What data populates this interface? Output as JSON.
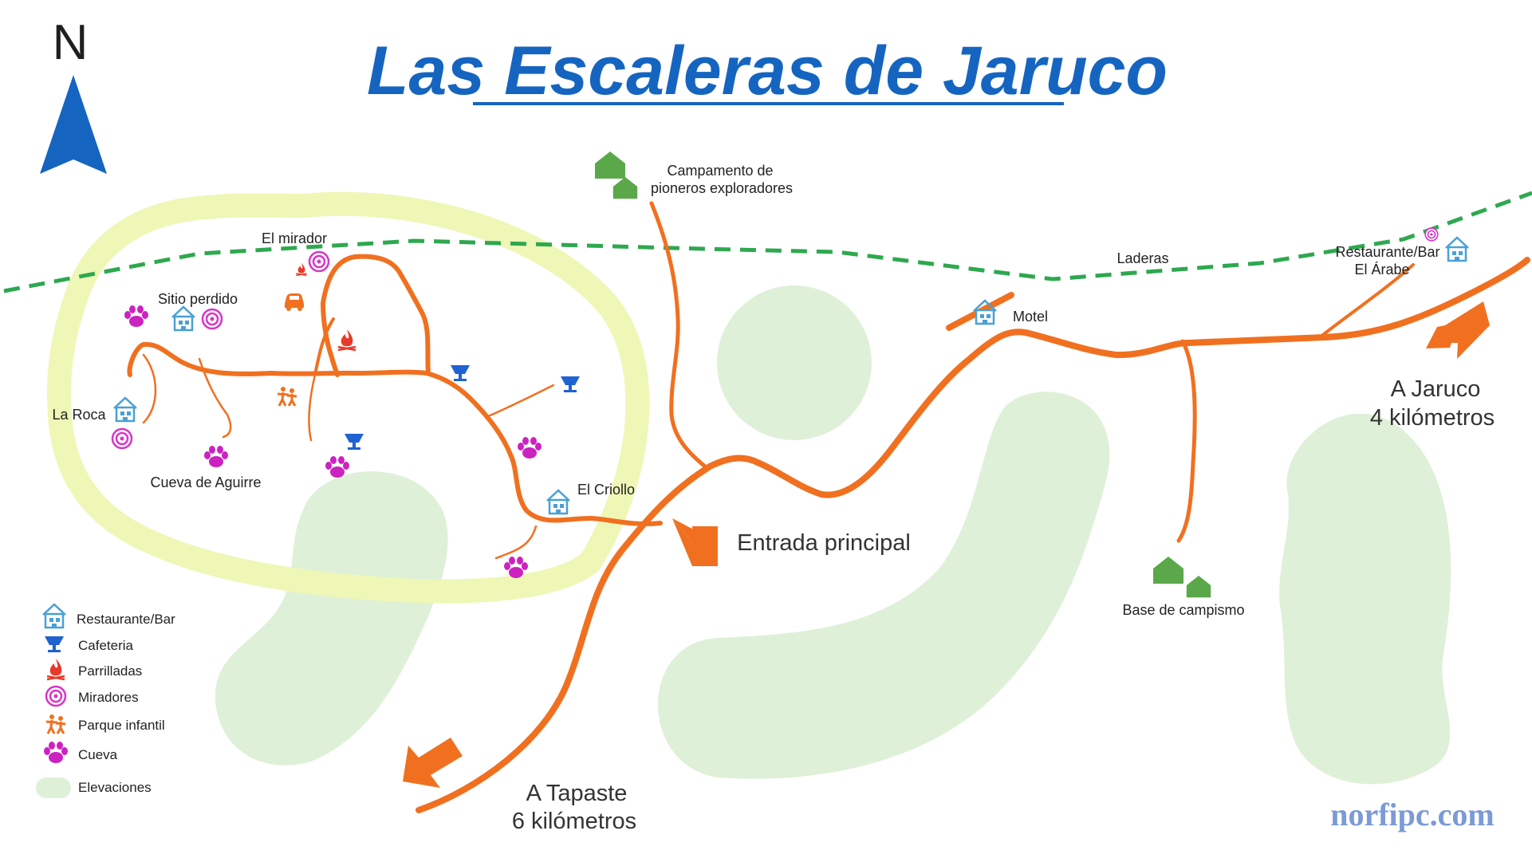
{
  "title": "Las Escaleras de Jaruco",
  "compass": {
    "label": "N"
  },
  "places": {
    "campamento_line1": "Campamento de",
    "campamento_line2": "pioneros exploradores",
    "el_mirador": "El mirador",
    "sitio_perdido": "Sitio perdido",
    "la_roca": "La Roca",
    "cueva_aguirre": "Cueva de Aguirre",
    "el_criollo": "El Criollo",
    "laderas": "Laderas",
    "motel": "Motel",
    "restaurante_line1": "Restaurante/Bar",
    "restaurante_line2": "El Árabe",
    "base_campismo": "Base de campismo",
    "entrada": "Entrada principal",
    "jaruco_line1": "A Jaruco",
    "jaruco_line2": "4 kilómetros",
    "tapaste_line1": "A Tapaste",
    "tapaste_line2": "6 kilómetros"
  },
  "legend": [
    {
      "label": "Restaurante/Bar",
      "icon": "restaurant-bar-icon"
    },
    {
      "label": "Cafeteria",
      "icon": "cafeteria-icon"
    },
    {
      "label": "Parrilladas",
      "icon": "grill-icon"
    },
    {
      "label": "Miradores",
      "icon": "viewpoint-icon"
    },
    {
      "label": "Parque infantil",
      "icon": "playground-icon"
    },
    {
      "label": "Cueva",
      "icon": "cave-icon"
    },
    {
      "label": "Elevaciones",
      "icon": "elevation-icon"
    }
  ],
  "watermark": "norfipc.com",
  "colors": {
    "road": "#f07020",
    "boundary": "#2ea84f",
    "elevation": "#dff0d8",
    "zone": "#eef7b6",
    "title": "#1565c0",
    "building": "#4aa0d6",
    "cafeteria": "#1f62d1",
    "cave": "#cc22c0",
    "camp": "#5aa84a"
  }
}
